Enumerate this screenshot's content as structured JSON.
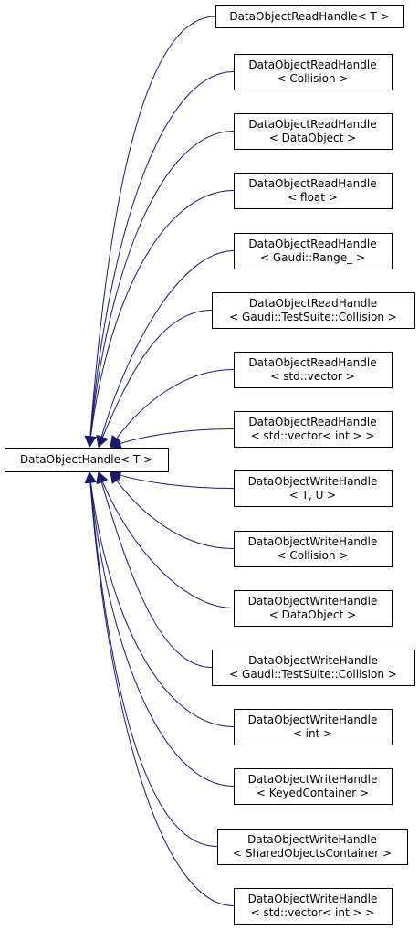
{
  "diagram": {
    "base": {
      "lines": [
        "DataObjectHandle< T >"
      ]
    },
    "children": [
      {
        "lines": [
          "DataObjectReadHandle< T >"
        ]
      },
      {
        "lines": [
          "DataObjectReadHandle",
          "< Collision >"
        ]
      },
      {
        "lines": [
          "DataObjectReadHandle",
          "< DataObject >"
        ]
      },
      {
        "lines": [
          "DataObjectReadHandle",
          "< float >"
        ]
      },
      {
        "lines": [
          "DataObjectReadHandle",
          "< Gaudi::Range_ >"
        ]
      },
      {
        "lines": [
          "DataObjectReadHandle",
          "< Gaudi::TestSuite::Collision >"
        ]
      },
      {
        "lines": [
          "DataObjectReadHandle",
          "< std::vector >"
        ]
      },
      {
        "lines": [
          "DataObjectReadHandle",
          "< std::vector< int > >"
        ]
      },
      {
        "lines": [
          "DataObjectWriteHandle",
          "< T, U >"
        ]
      },
      {
        "lines": [
          "DataObjectWriteHandle",
          "< Collision >"
        ]
      },
      {
        "lines": [
          "DataObjectWriteHandle",
          "< DataObject >"
        ]
      },
      {
        "lines": [
          "DataObjectWriteHandle",
          "< Gaudi::TestSuite::Collision >"
        ]
      },
      {
        "lines": [
          "DataObjectWriteHandle",
          "< int >"
        ]
      },
      {
        "lines": [
          "DataObjectWriteHandle",
          "< KeyedContainer >"
        ]
      },
      {
        "lines": [
          "DataObjectWriteHandle",
          "< SharedObjectsContainer >"
        ]
      },
      {
        "lines": [
          "DataObjectWriteHandle",
          "< std::vector< int > >"
        ]
      }
    ],
    "colors": {
      "edge": "#191970",
      "box_stroke": "#000000",
      "box_fill": "#ffffff",
      "text": "#000000"
    }
  }
}
